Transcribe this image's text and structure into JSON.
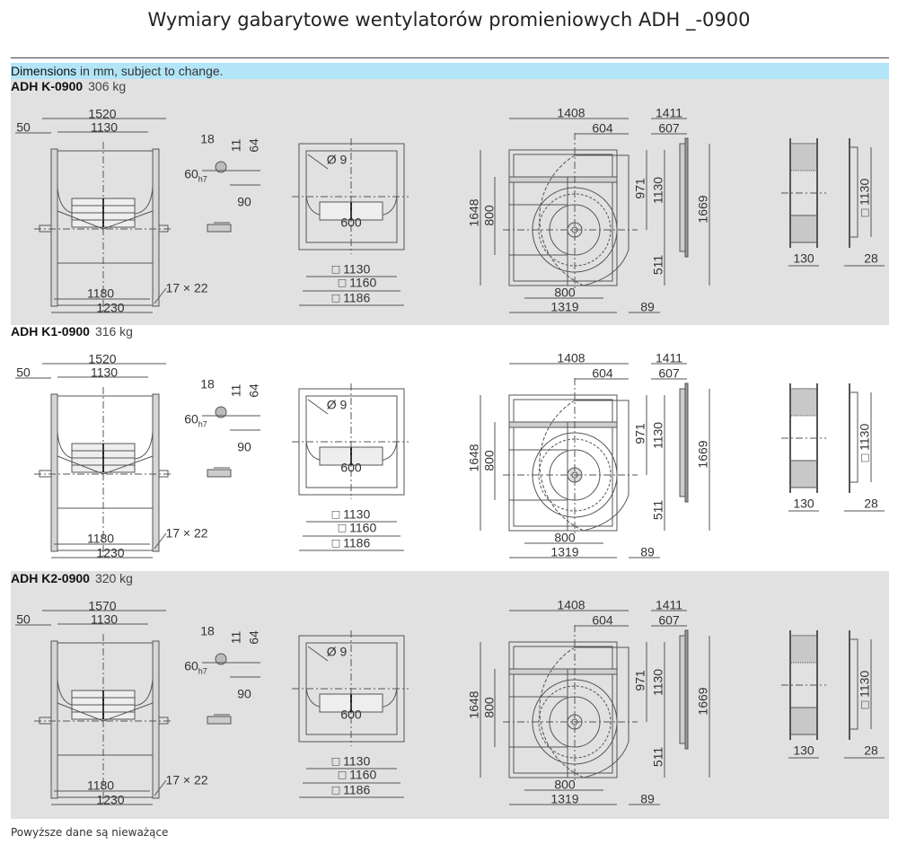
{
  "page_title": "Wymiary gabarytowe wentylatorów promieniowych ADH _-0900",
  "header_bar": {
    "bold": "Dimensions",
    "rest": "in mm, subject to change."
  },
  "sections": [
    {
      "model": "ADH K-0900",
      "weight": "306 kg",
      "dims": {
        "d1520": "1520",
        "d50": "50",
        "d1130a": "1130",
        "d18": "18",
        "d11": "11",
        "d64": "64",
        "d60": "60",
        "d60sub": "h7",
        "d90": "90",
        "hole": "Ø 9",
        "d600": "600",
        "sq1130": "□ 1130",
        "sq1160": "□ 1160",
        "sq1186": "□ 1186",
        "d1180": "1180",
        "d1230": "1230",
        "slot": "17 × 22",
        "d1408": "1408",
        "d604": "604",
        "d1411": "1411",
        "d607": "607",
        "d1648": "1648",
        "d800v": "800",
        "d971": "971",
        "d1130b": "1130",
        "d1669": "1669",
        "d511": "511",
        "d800h": "800",
        "d1319": "1319",
        "d89": "89",
        "d130": "130",
        "d28": "28",
        "sq1130v": "□ 1130"
      }
    },
    {
      "model": "ADH K1-0900",
      "weight": "316 kg",
      "dims": {
        "d1520": "1520",
        "d50": "50",
        "d1130a": "1130",
        "d18": "18",
        "d11": "11",
        "d64": "64",
        "d60": "60",
        "d60sub": "h7",
        "d90": "90",
        "hole": "Ø 9",
        "d600": "600",
        "sq1130": "□ 1130",
        "sq1160": "□ 1160",
        "sq1186": "□ 1186",
        "d1180": "1180",
        "d1230": "1230",
        "slot": "17 × 22",
        "d1408": "1408",
        "d604": "604",
        "d1411": "1411",
        "d607": "607",
        "d1648": "1648",
        "d800v": "800",
        "d971": "971",
        "d1130b": "1130",
        "d1669": "1669",
        "d511": "511",
        "d800h": "800",
        "d1319": "1319",
        "d89": "89",
        "d130": "130",
        "d28": "28",
        "sq1130v": "□ 1130"
      }
    },
    {
      "model": "ADH K2-0900",
      "weight": "320 kg",
      "dims": {
        "d1520": "1570",
        "d50": "50",
        "d1130a": "1130",
        "d18": "18",
        "d11": "11",
        "d64": "64",
        "d60": "60",
        "d60sub": "h7",
        "d90": "90",
        "hole": "Ø 9",
        "d600": "600",
        "sq1130": "□ 1130",
        "sq1160": "□ 1160",
        "sq1186": "□ 1186",
        "d1180": "1180",
        "d1230": "1230",
        "slot": "17 × 22",
        "d1408": "1408",
        "d604": "604",
        "d1411": "1411",
        "d607": "607",
        "d1648": "1648",
        "d800v": "800",
        "d971": "971",
        "d1130b": "1130",
        "d1669": "1669",
        "d511": "511",
        "d800h": "800",
        "d1319": "1319",
        "d89": "89",
        "d130": "130",
        "d28": "28",
        "sq1130v": "□ 1130"
      }
    }
  ],
  "footer": "Powyższe dane są nieważące"
}
